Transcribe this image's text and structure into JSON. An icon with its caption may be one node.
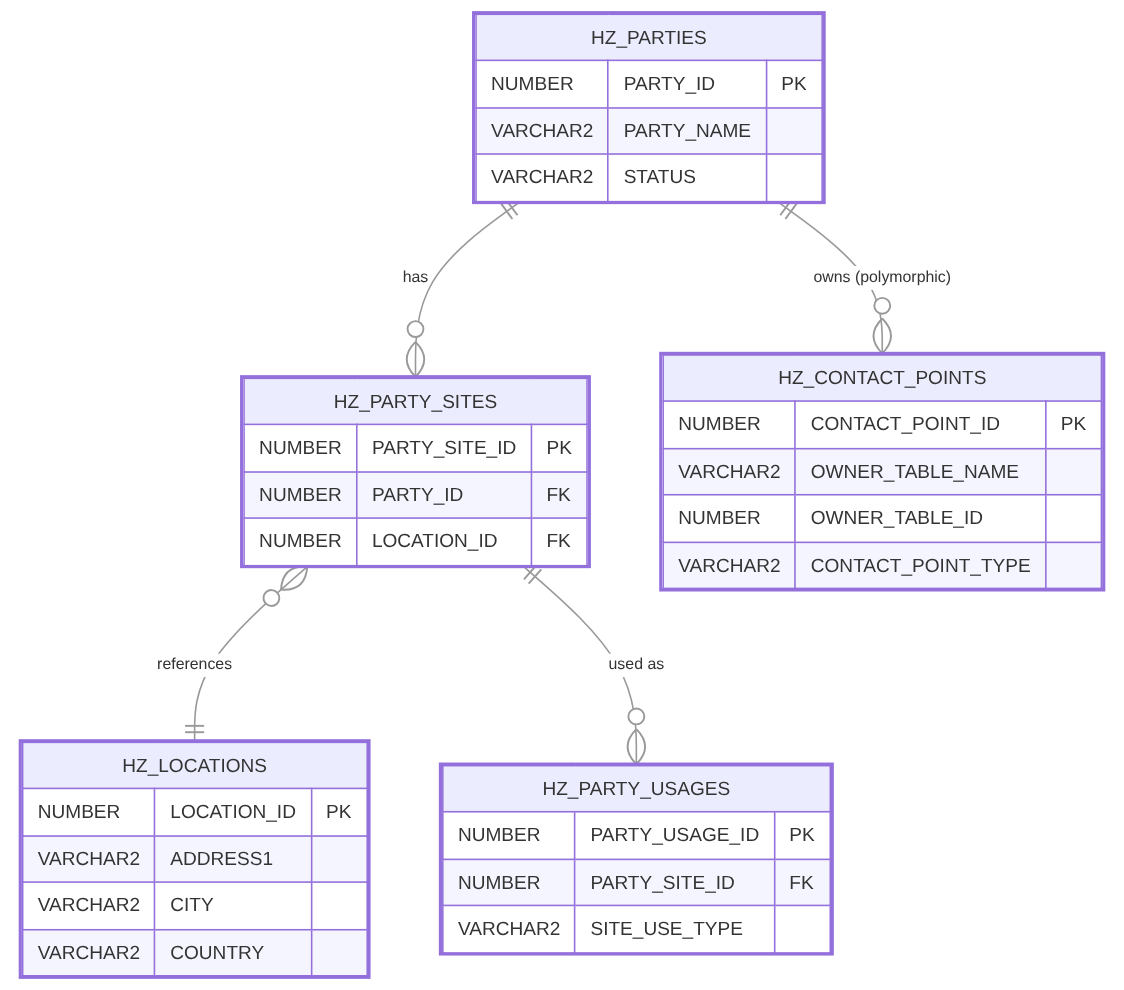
{
  "diagram": {
    "nodes": [
      {
        "text": [
          "HZ_PARTIES",
          "NUMBER",
          "PARTY_ID",
          "PK",
          "VARCHAR2",
          "PARTY_NAME",
          "VARCHAR2",
          "STATUS"
        ]
      },
      {
        "text": [
          "HZ_PARTY_SITES",
          "NUMBER",
          "PARTY_SITE_ID",
          "PK",
          "NUMBER",
          "PARTY_ID",
          "FK",
          "NUMBER",
          "LOCATION_ID",
          "FK"
        ]
      },
      {
        "text": [
          "HZ_CONTACT_POINTS",
          "NUMBER",
          "CONTACT_POINT_ID",
          "PK",
          "VARCHAR2",
          "OWNER_TABLE_NAME",
          "NUMBER",
          "OWNER_TABLE_ID",
          "VARCHAR2",
          "CONTACT_POINT_TYPE"
        ]
      },
      {
        "text": [
          "HZ_LOCATIONS",
          "NUMBER",
          "LOCATION_ID",
          "PK",
          "VARCHAR2",
          "ADDRESS1",
          "VARCHAR2",
          "CITY",
          "VARCHAR2",
          "COUNTRY"
        ]
      },
      {
        "text": [
          "HZ_PARTY_USAGES",
          "NUMBER",
          "PARTY_USAGE_ID",
          "PK",
          "NUMBER",
          "PARTY_SITE_ID",
          "FK",
          "VARCHAR2",
          "SITE_USE_TYPE"
        ]
      }
    ],
    "edges": [
      {
        "from": 0,
        "to": 1,
        "arrow": "other",
        "label": "has"
      },
      {
        "from": 0,
        "to": 2,
        "arrow": "other",
        "label": "owns (polymorphic)"
      },
      {
        "from": 1,
        "to": 3,
        "arrow": "other",
        "label": "references"
      },
      {
        "from": 1,
        "to": 4,
        "arrow": "other",
        "label": "used as"
      }
    ]
  }
}
